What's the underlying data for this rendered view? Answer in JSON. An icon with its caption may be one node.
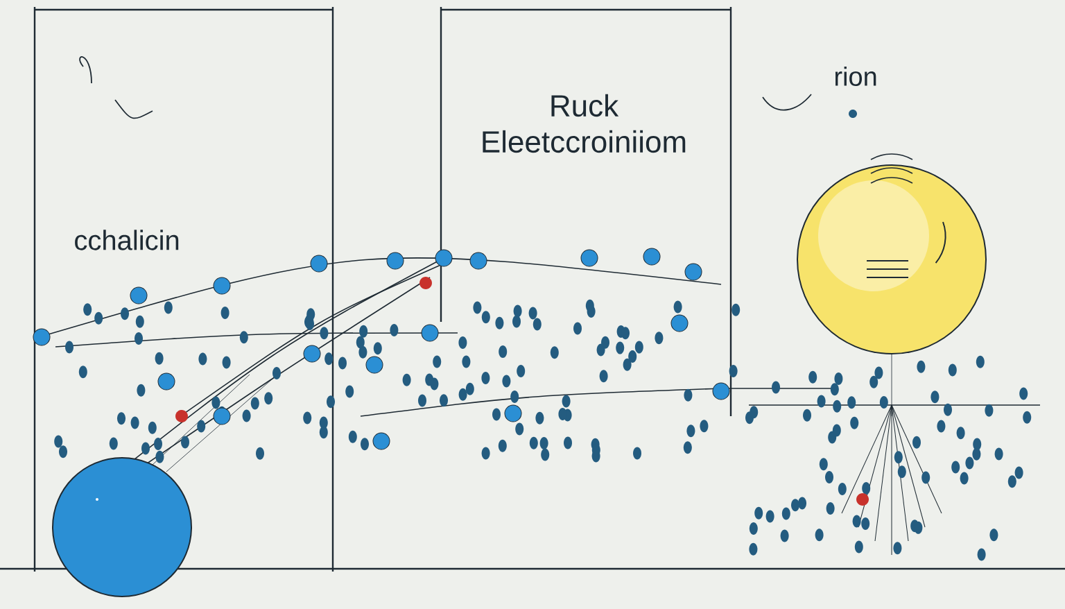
{
  "diagram": {
    "labels": [
      "cchalicin",
      "Ruck",
      "Eleetccroiniiom",
      "rion"
    ]
  }
}
